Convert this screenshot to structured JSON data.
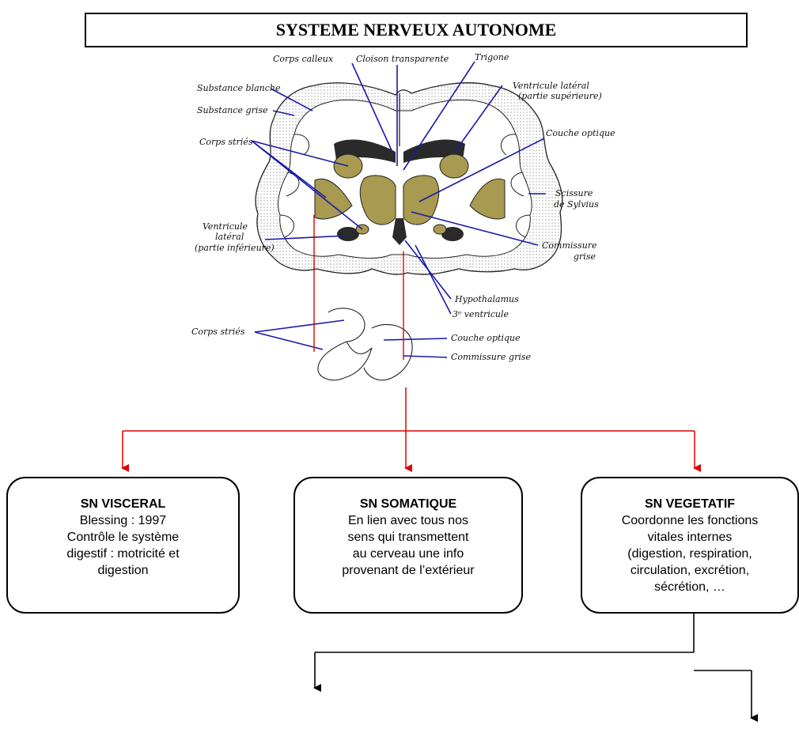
{
  "title": "SYSTEME NERVEUX AUTONOME",
  "labels": {
    "corps_calleux": "Corps calleux",
    "cloison": "Cloison transparente",
    "trigone": "Trigone",
    "ventricule_lat_sup_1": "Ventricule latéral",
    "ventricule_lat_sup_2": "(partie supérieure)",
    "substance_blanche": "Substance blanche",
    "substance_grise": "Substance grise",
    "corps_stries_top": "Corps striés",
    "couche_optique_top": "Couche optique",
    "scissure_1": "Scissure",
    "scissure_2": "de Sylvius",
    "ventricule_lat_inf_1": "Ventricule",
    "ventricule_lat_inf_2": "latéral",
    "ventricule_lat_inf_3": "(partie inférieure)",
    "commissure_1": "Commissure",
    "commissure_2": "grise",
    "hypothalamus": "Hypothalamus",
    "troisieme_ventricule": "3ᵉ ventricule",
    "corps_stries_bottom": "Corps striés",
    "couche_optique_bottom": "Couche optique",
    "commissure_grise_bottom": "Commissure grise"
  },
  "boxes": {
    "visceral": {
      "head": "SN VISCERAL",
      "lines": [
        "Blessing : 1997",
        "Contrôle le système",
        "digestif : motricité et",
        "digestion"
      ]
    },
    "somatique": {
      "head": "SN SOMATIQUE",
      "lines": [
        "En lien avec tous nos",
        "sens qui transmettent",
        "au cerveau une info",
        "provenant de l’extérieur"
      ]
    },
    "vegetatif": {
      "head": "SN VEGETATIF",
      "lines": [
        "Coordonne les fonctions",
        "vitales internes",
        "(digestion, respiration,",
        "circulation, excrétion,",
        "sécrétion, …"
      ]
    }
  },
  "colors": {
    "red_arrow": "#e00000",
    "blue_leader": "#1a1aa8",
    "olive_fill": "#a89a50",
    "dark_fill": "#2a2a2a"
  }
}
